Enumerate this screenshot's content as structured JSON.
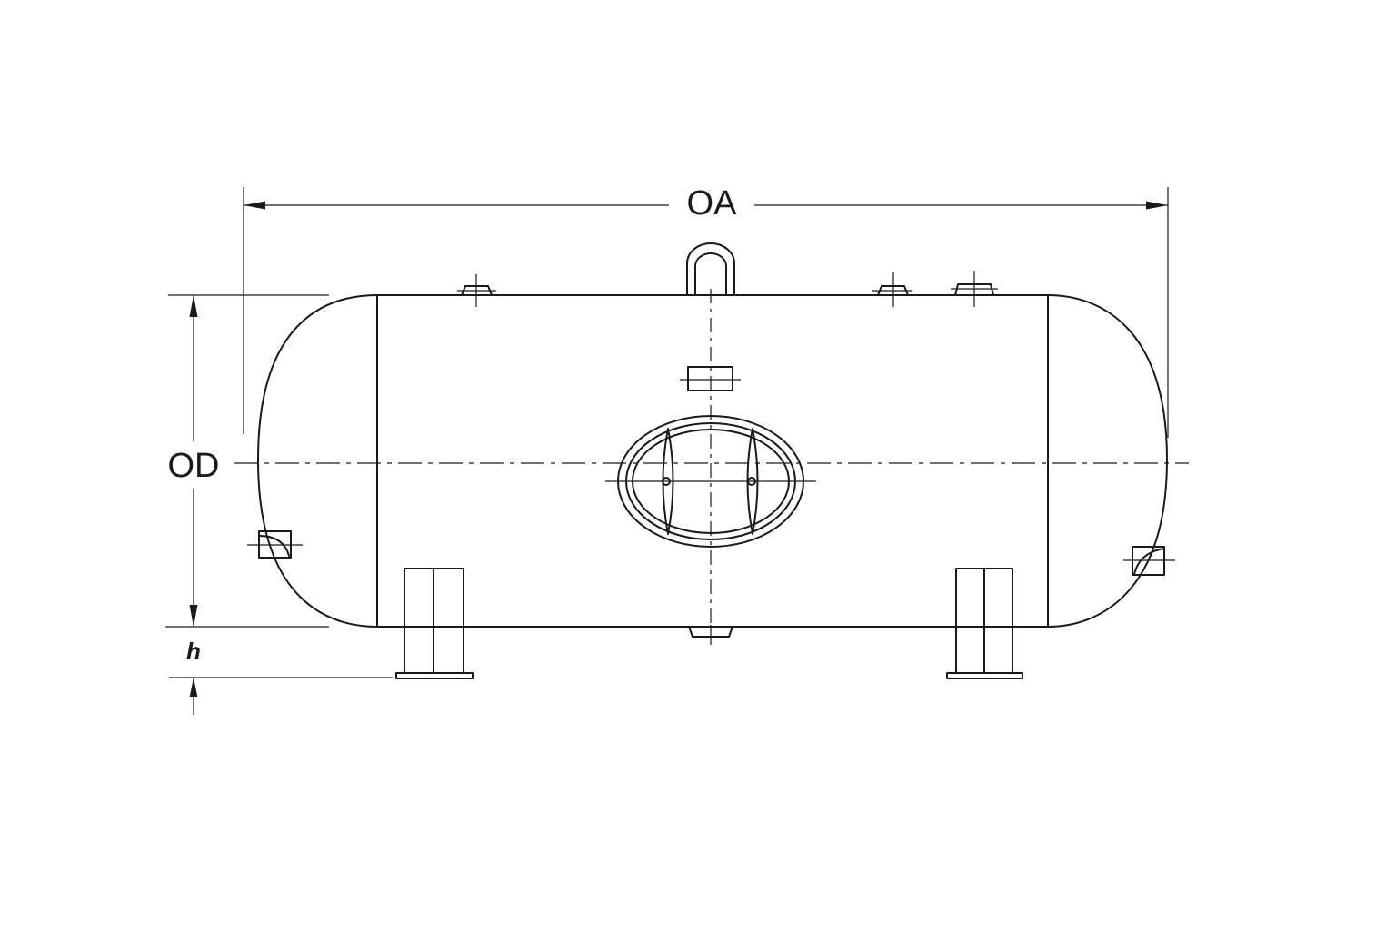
{
  "dimensions": {
    "overall_length": "OA",
    "outside_diameter": "OD",
    "height": "h"
  },
  "colors": {
    "line": "#1a1a1a",
    "background": "#ffffff"
  }
}
